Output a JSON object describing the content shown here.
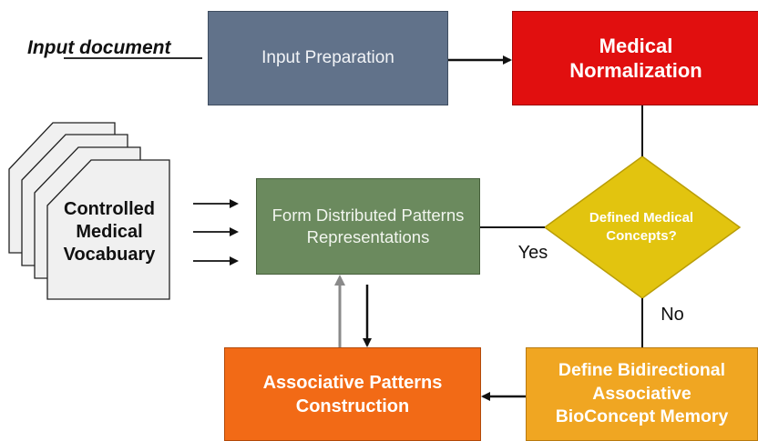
{
  "diagram": {
    "input_label": "Input document",
    "nodes": {
      "input_preparation": "Input Preparation",
      "medical_normalization": "Medical\nNormalization",
      "decision": "Defined Medical\nConcepts?",
      "form_patterns": "Form Distributed Patterns\nRepresentations",
      "associative_construction": "Associative Patterns\nConstruction",
      "bidirectional_memory": "Define Bidirectional\nAssociative\nBioConcept Memory",
      "vocabulary": "Controlled\nMedical\nVocabuary"
    },
    "edge_labels": {
      "yes": "Yes",
      "no": "No"
    },
    "colors": {
      "input_preparation": "#61728a",
      "medical_normalization": "#e10f0f",
      "decision": "#e2c40f",
      "form_patterns": "#6b8a5e",
      "associative_construction": "#f26a16",
      "bidirectional_memory": "#f0a622",
      "vocabulary_pages": "#f0f0f0"
    }
  }
}
